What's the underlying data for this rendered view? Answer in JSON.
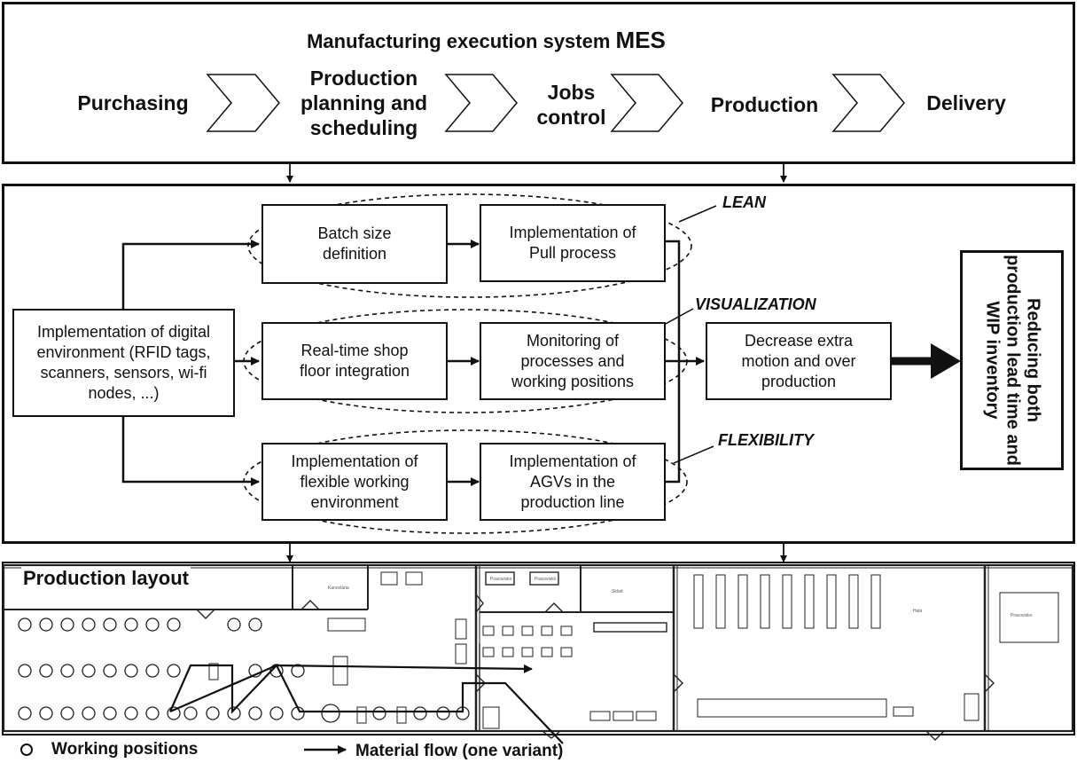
{
  "mes": {
    "title_prefix": "Manufacturing execution system ",
    "title_suffix": "MES",
    "stages": [
      "Purchasing",
      "Production\nplanning and\nscheduling",
      "Jobs\ncontrol",
      "Production",
      "Delivery"
    ]
  },
  "middle": {
    "digital_env": "Implementation of digital environment (RFID tags, scanners, sensors, wi-fi nodes, ...)",
    "batch": "Batch size definition",
    "pull": "Implementation of Pull process",
    "realtime": "Real-time shop floor integration",
    "monitoring": "Monitoring of processes and working positions",
    "flexible": "Implementation of flexible working environment",
    "agv": "Implementation of AGVs in the production line",
    "decrease": "Decrease extra motion and over production",
    "result": "Reducing both production lead time and WIP inventory",
    "labels": {
      "lean": "LEAN",
      "visualization": "VISUALIZATION",
      "flexibility": "FLEXIBILITY"
    }
  },
  "layout": {
    "title": "Production layout"
  },
  "legend": {
    "working_positions": "Working positions",
    "material_flow": "Material flow (one variant)"
  }
}
